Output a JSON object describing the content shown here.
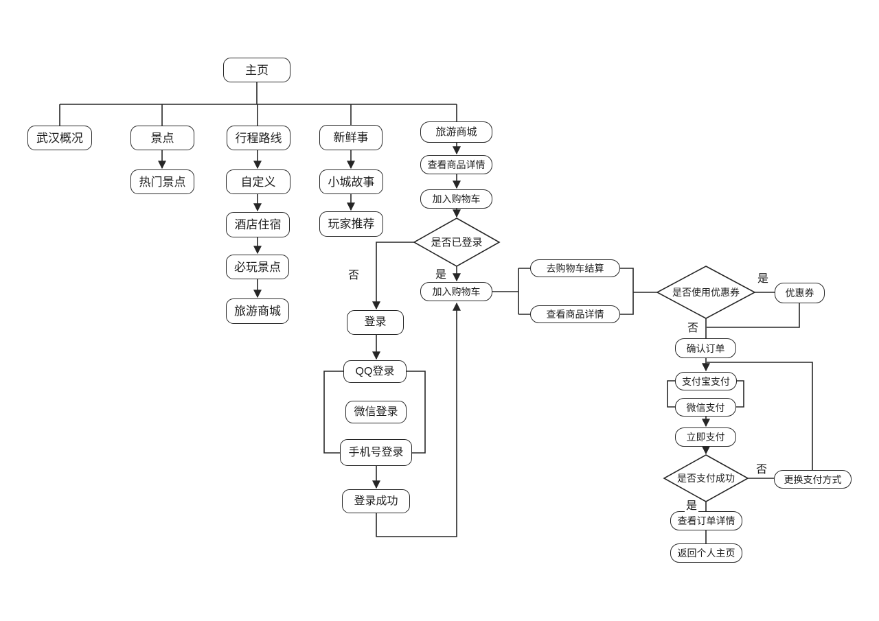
{
  "style": {
    "background": "#ffffff",
    "stroke": "#262626",
    "text": "#1c1c1c"
  },
  "nodes": {
    "home": "主页",
    "wuhan_overview": "武汉概况",
    "attractions": "景点",
    "hot_attractions": "热门景点",
    "itinerary": "行程路线",
    "custom": "自定义",
    "hotel": "酒店住宿",
    "must_visit": "必玩景点",
    "travel_mall_left": "旅游商城",
    "news": "新鲜事",
    "town_stories": "小城故事",
    "player_recommend": "玩家推荐",
    "travel_mall": "旅游商城",
    "view_product_1": "查看商品详情",
    "add_cart_1": "加入购物车",
    "login_check": "是否已登录",
    "add_cart_2": "加入购物车",
    "login": "登录",
    "qq_login": "QQ登录",
    "wechat_login": "微信登录",
    "phone_login": "手机号登录",
    "login_success": "登录成功",
    "cart_checkout": "去购物车结算",
    "view_product_2": "查看商品详情",
    "coupon_check": "是否使用优惠券",
    "coupon": "优惠券",
    "confirm_order": "确认订单",
    "alipay": "支付宝支付",
    "wechat_pay": "微信支付",
    "pay_now": "立即支付",
    "pay_success_check": "是否支付成功",
    "change_payment": "更换支付方式",
    "view_order": "查看订单详情",
    "back_profile": "返回个人主页"
  },
  "labels": {
    "no_login": "否",
    "yes_login": "是",
    "yes_coupon": "是",
    "no_coupon": "否",
    "no_pay": "否",
    "yes_pay": "是"
  }
}
